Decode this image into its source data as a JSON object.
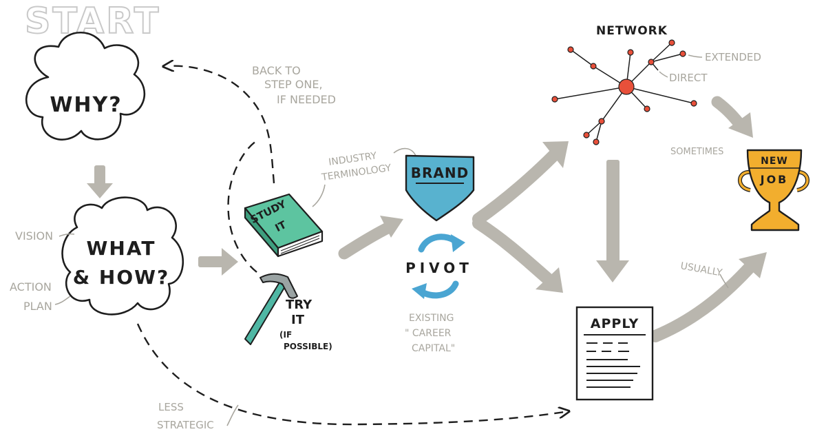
{
  "title": "START",
  "steps": {
    "why": "WHY?",
    "what_line1": "WHAT",
    "what_line2": "& HOW?",
    "study_line1": "STUDY",
    "study_line2": "IT",
    "try_line1": "TRY",
    "try_line2": "IT",
    "try_note_line1": "(IF",
    "try_note_line2": "POSSIBLE)",
    "brand": "BRAND",
    "pivot": "PIVOT",
    "network": "NETWORK",
    "apply": "APPLY",
    "job_line1": "NEW",
    "job_line2": "JOB"
  },
  "annotations": {
    "back_line1": "BACK TO",
    "back_line2": "STEP ONE,",
    "back_line3": "IF NEEDED",
    "vision": "VISION",
    "action_line1": "ACTION",
    "action_line2": "PLAN",
    "industry_line1": "INDUSTRY",
    "industry_line2": "TERMINOLOGY",
    "existing_line1": "EXISTING",
    "existing_line2": "\" CAREER",
    "existing_line3": "CAPITAL\"",
    "extended": "EXTENDED",
    "direct": "DIRECT",
    "sometimes": "SOMETIMES",
    "usually": "USUALLY",
    "less_line1": "LESS",
    "less_line2": "STRATEGIC"
  },
  "colors": {
    "ink": "#1e1e1e",
    "arrow_gray": "#b9b6ae",
    "note_gray": "#a8a69e",
    "book_green": "#5dc4a0",
    "hammer_teal": "#4fb7a4",
    "brand_blue": "#58b2cf",
    "pivot_blue": "#4aa5d2",
    "network_red": "#e8503a",
    "trophy_gold": "#f2ae2e"
  }
}
